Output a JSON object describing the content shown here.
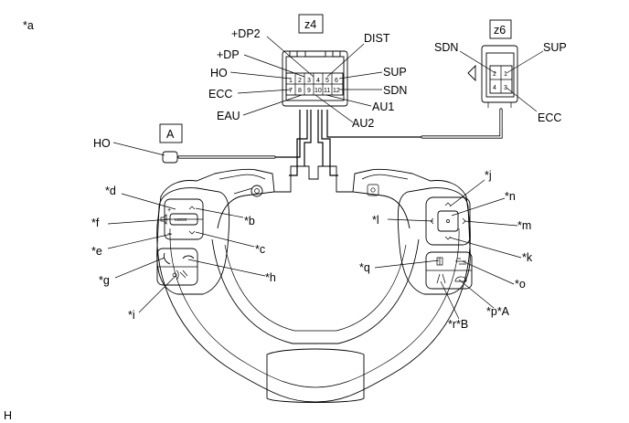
{
  "corner_labels": {
    "top_left": "*a",
    "bottom_left": "H"
  },
  "connector_z4": {
    "title": "z4",
    "pins_top_row": [
      "1",
      "2",
      "3",
      "4",
      "5",
      "6"
    ],
    "pins_bottom_row": [
      "7",
      "8",
      "9",
      "10",
      "11",
      "12"
    ],
    "callouts": {
      "dp2": "+DP2",
      "dp": "+DP",
      "ho": "HO",
      "ecc": "ECC",
      "eau": "EAU",
      "dist": "DIST",
      "sup": "SUP",
      "sdn": "SDN",
      "au1": "AU1",
      "au2": "AU2"
    }
  },
  "connector_z6": {
    "title": "z6",
    "pins": [
      "2",
      "1",
      "4",
      "3"
    ],
    "callouts": {
      "sdn": "SDN",
      "sup": "SUP",
      "ecc": "ECC"
    }
  },
  "horn_wire": {
    "box_label": "A",
    "callout": "HO"
  },
  "switch_marks": {
    "mode": "MODE",
    "plus": "+",
    "minus": "−"
  },
  "part_callouts": {
    "b": "*b",
    "c": "*c",
    "d": "*d",
    "e": "*e",
    "f": "*f",
    "g": "*g",
    "h": "*h",
    "i": "*i",
    "j": "*j",
    "k": "*k",
    "l": "*l",
    "m": "*m",
    "n": "*n",
    "o": "*o",
    "p": "*p*A",
    "q": "*q",
    "r": "*r*B"
  },
  "icons": [
    "speaker-icon",
    "phone-on-hook-icon",
    "phone-off-hook-icon",
    "voice-recognition-icon",
    "up-arrow-icon",
    "down-arrow-icon",
    "left-arrow-icon",
    "right-arrow-icon",
    "phone-book-icon",
    "follow-distance-icon",
    "lane-assist-icon",
    "dynamic-radar-icon"
  ]
}
